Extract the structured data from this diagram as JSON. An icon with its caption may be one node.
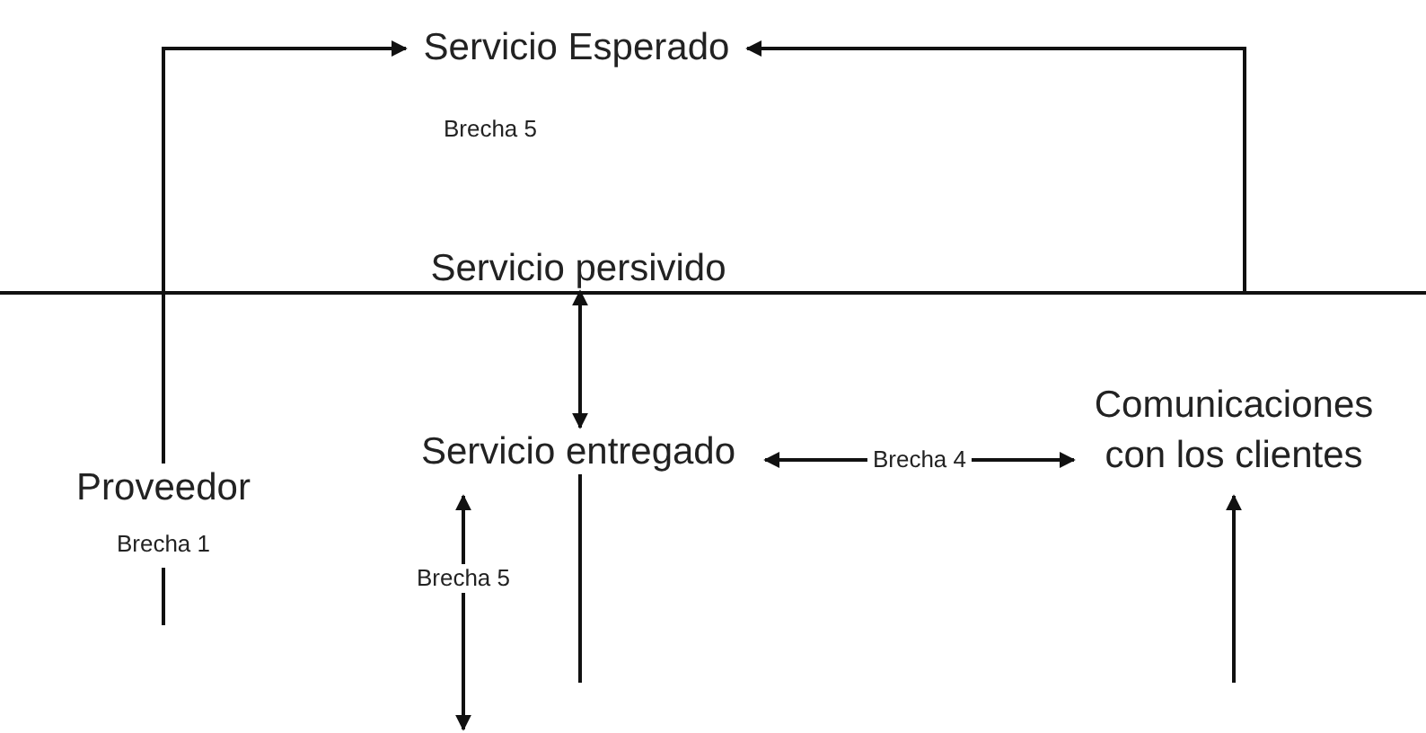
{
  "diagram": {
    "nodes": [
      {
        "text": [
          "Servicio Esperado"
        ]
      },
      {
        "text": [
          "Servicio persivido"
        ]
      },
      {
        "text": [
          "Servicio entregado"
        ]
      },
      {
        "text": [
          "Comunicaciones con los clientes"
        ]
      },
      {
        "text": [
          "Proveedor"
        ],
        "beside": [
          "Brecha 1"
        ]
      }
    ],
    "edges": [
      {
        "from": 4,
        "to": 0,
        "arrow": "to"
      },
      {
        "from": null,
        "to": 0,
        "arrow": "to"
      },
      {
        "from": 1,
        "to": 2,
        "arrow": "both"
      },
      {
        "from": 2,
        "to": 3,
        "arrow": "both",
        "label": "Brecha 4"
      },
      {
        "from": 4,
        "to": null,
        "arrow": "none"
      },
      {
        "from": 2,
        "to": null,
        "arrow": "none"
      },
      {
        "from": null,
        "to": 3,
        "arrow": "to"
      }
    ],
    "labels": [
      "Brecha 5",
      "Brecha 5"
    ]
  }
}
